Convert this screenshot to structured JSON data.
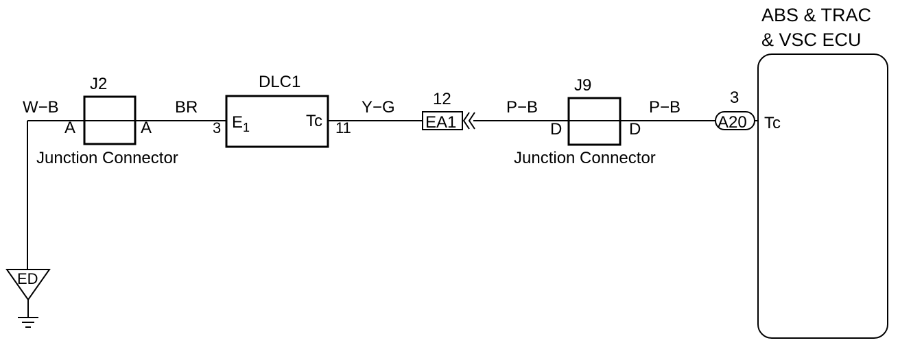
{
  "ecu": {
    "title_line1": "ABS & TRAC",
    "title_line2": "& VSC ECU",
    "terminal": "Tc",
    "connector": "A20",
    "connector_pin": "3"
  },
  "wires": {
    "ground_wire": "W−B",
    "j2_to_dlc1": "BR",
    "dlc1_to_ea1": "Y−G",
    "ea1_to_j9": "P−B",
    "j9_to_ecu": "P−B"
  },
  "j2": {
    "name": "J2",
    "pin_left": "A",
    "pin_right": "A",
    "caption": "Junction Connector"
  },
  "dlc1": {
    "name": "DLC1",
    "e1_main": "E",
    "e1_sub": "1",
    "tc": "Tc",
    "pin_left": "3",
    "pin_right": "11"
  },
  "ea1": {
    "name": "EA1",
    "pin": "12"
  },
  "j9": {
    "name": "J9",
    "pin_left": "D",
    "pin_right": "D",
    "caption": "Junction Connector"
  },
  "ground": {
    "label": "ED"
  }
}
